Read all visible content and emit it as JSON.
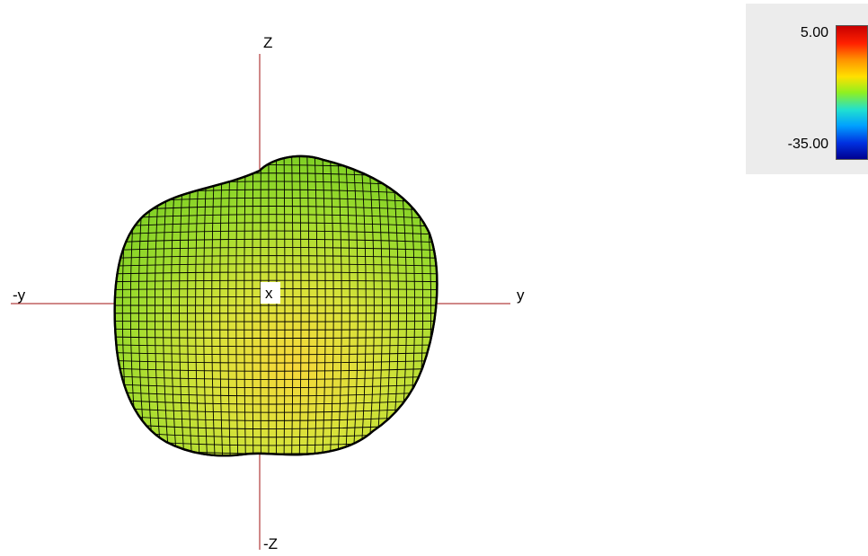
{
  "axes": {
    "z_pos": "Z",
    "z_neg": "-Z",
    "y_pos": "y",
    "y_neg": "-y",
    "x_label": "x",
    "axis_color": "#a01010"
  },
  "legend": {
    "max_label": "5.00",
    "min_label": "-35.00",
    "gradient": [
      "#c80000",
      "#ff2000",
      "#ff9000",
      "#ffe000",
      "#90f020",
      "#20e0d0",
      "#00a0ff",
      "#0030e0",
      "#000090"
    ]
  },
  "surface": {
    "fill_top": "#7ed321",
    "fill_mid": "#b6e03a",
    "fill_low": "#f3d93a",
    "mesh_color": "#000000"
  }
}
